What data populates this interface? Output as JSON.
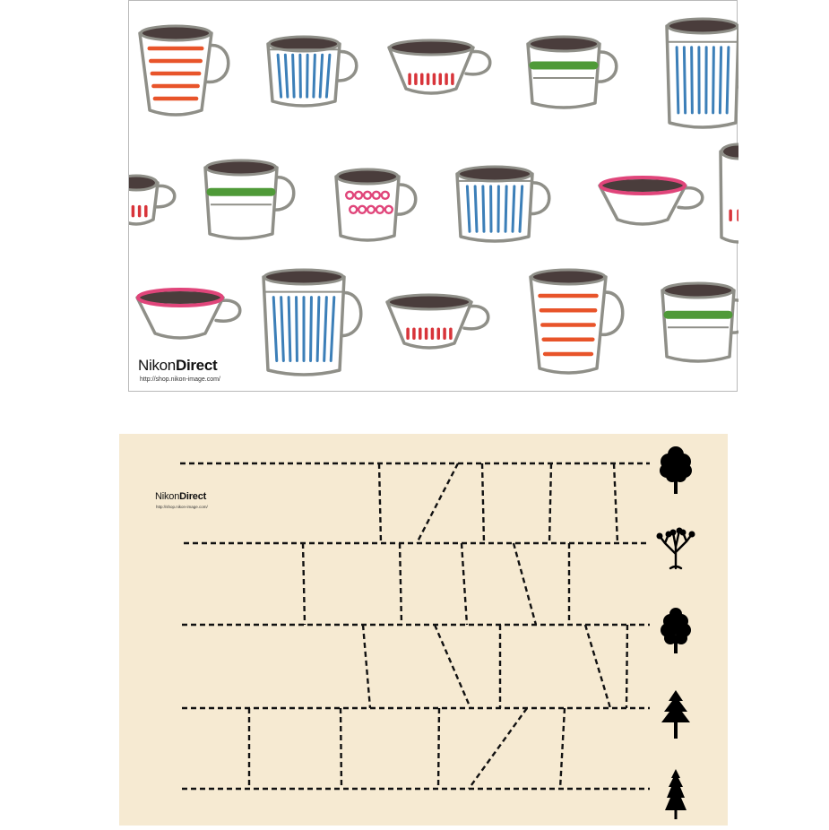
{
  "cups_card": {
    "brand_light": "Nikon",
    "brand_bold": "Direct",
    "url": "http://shop.nikon-image.com/",
    "colors": {
      "outline": "#8f8f88",
      "coffee": "#4a3d3c",
      "orange": "#e8542a",
      "blue": "#3c7fb8",
      "green": "#4f9a38",
      "pink": "#e0457a",
      "red": "#d8343a"
    }
  },
  "maze_card": {
    "brand_light": "Nikon",
    "brand_bold": "Direct",
    "url": "http://shop.nikon-image.com/",
    "colors": {
      "background": "#f6ead2",
      "dash": "#111111"
    },
    "tree_icons": [
      "oak-tree-icon",
      "bare-tree-icon",
      "bushy-tree-icon",
      "pine-tree-icon",
      "fir-tree-icon"
    ]
  }
}
